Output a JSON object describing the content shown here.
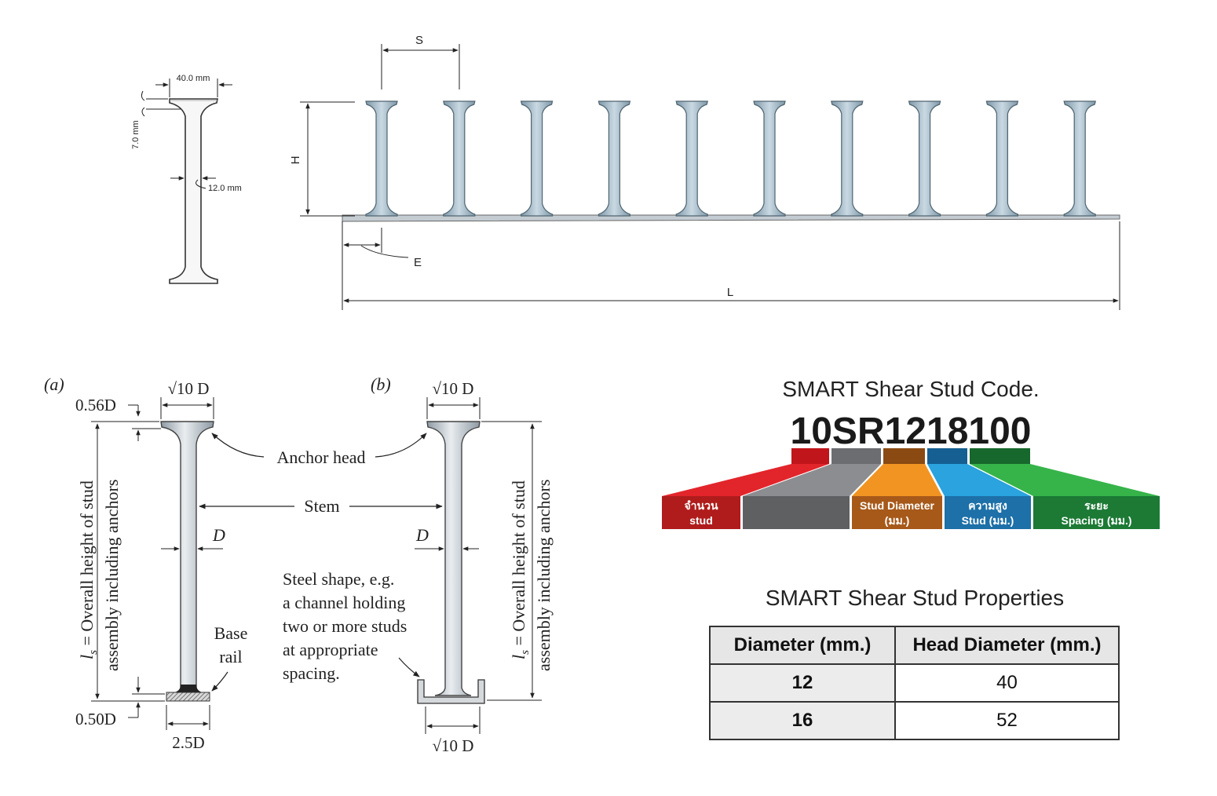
{
  "stud_detail": {
    "head_width": "40.0 mm",
    "head_thickness": "7.0 mm",
    "stem_diameter": "12.0 mm"
  },
  "rail_diagram": {
    "spacing_label": "S",
    "height_label": "H",
    "edge_label": "E",
    "length_label": "L",
    "stud_count": 10
  },
  "fig_a": {
    "label": "(a)",
    "top_width": "√10 D",
    "head_thickness": "0.56D",
    "base_thickness": "0.50D",
    "base_width": "2.5D",
    "stem_dim": "D",
    "base_rail_line1": "Base",
    "base_rail_line2": "rail",
    "height_line1": "l",
    "height_sub": "s",
    "height_line1_rest": " = Overall height of stud",
    "height_line2": "assembly including anchors"
  },
  "fig_shared": {
    "anchor_head": "Anchor head",
    "stem": "Stem"
  },
  "fig_b": {
    "label": "(b)",
    "top_width": "√10 D",
    "bottom_width": "√10 D",
    "stem_dim": "D",
    "steel_shape_lines": [
      "Steel shape, e.g.",
      "a channel holding",
      "two or more studs",
      "at appropriate",
      "spacing."
    ],
    "height_line1": "l",
    "height_sub": "s",
    "height_line1_rest": " = Overall height of stud",
    "height_line2": "assembly including anchors"
  },
  "code": {
    "title": "SMART Shear Stud Code.",
    "value": "10SR1218100",
    "segments": [
      {
        "line1": "จำนวน",
        "line2": "stud",
        "color": "#b01c1c",
        "top_color": "#c0151b",
        "fan_color": "#e2252b"
      },
      {
        "line1": "",
        "line2": "",
        "color": "#5f6062",
        "top_color": "#6c6d70",
        "fan_color": "#8c8d90"
      },
      {
        "line1": "Stud Diameter",
        "line2": "(มม.)",
        "color": "#a7591a",
        "top_color": "#8a4a12",
        "fan_color": "#f29422"
      },
      {
        "line1": "ความสูง",
        "line2": "Stud (มม.)",
        "color": "#1d70a8",
        "top_color": "#155f92",
        "fan_color": "#2aa3df"
      },
      {
        "line1": "ระยะ",
        "line2": "Spacing (มม.)",
        "color": "#1c7a35",
        "top_color": "#17682c",
        "fan_color": "#36b44a"
      }
    ]
  },
  "properties": {
    "title": "SMART Shear Stud Properties",
    "headers": [
      "Diameter (mm.)",
      "Head Diameter (mm.)"
    ],
    "rows": [
      {
        "diameter": "12",
        "head": "40"
      },
      {
        "diameter": "16",
        "head": "52"
      }
    ]
  }
}
